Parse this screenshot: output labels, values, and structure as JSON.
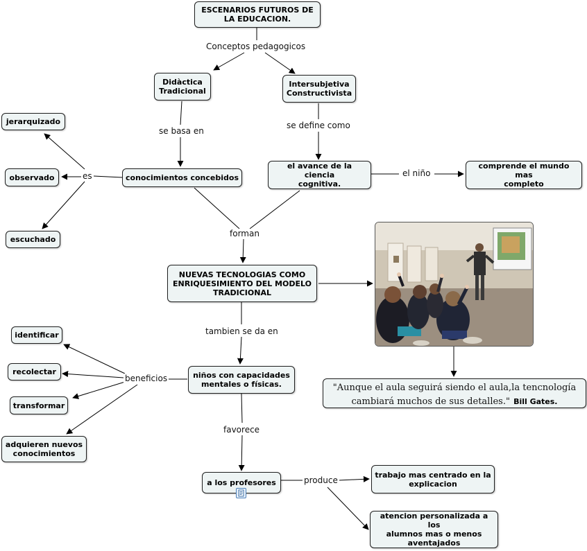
{
  "nodes": {
    "root": "ESCENARIOS FUTUROS DE LA EDUCACION.",
    "didactica": "Didàctica\nTradicional",
    "intersubjetiva": "Intersubjetiva\nConstructivista",
    "jerarquizado": "jerarquizado",
    "observado": "observado",
    "escuchado": "escuchado",
    "conocimientos": "conocimientos concebidos",
    "avance": "el avance de la ciencia\ncognitiva.",
    "comprende": "comprende el mundo mas\ncompleto",
    "nuevas": "NUEVAS TECNOLOGIAS COMO\nENRIQUESIMIENTO DEL MODELO\nTRADICIONAL",
    "identificar": "identificar",
    "recolectar": "recolectar",
    "transformar": "transformar",
    "adquieren": "adquieren nuevos\nconocimientos",
    "ninos": "niños con capacidades\nmentales o físicas.",
    "profesores": "a los profesores",
    "trabajo": "trabajo mas centrado  en la\nexplicacion",
    "atencion": "atencion personalizada a los\nalumnos mas o menos\naventajados"
  },
  "links": {
    "conceptos": "Conceptos pedagogicos",
    "se_basa": "se basa en",
    "se_define": "se define como",
    "es": "es",
    "el_nino": "el niño",
    "forman": "forman",
    "tambien": "tambien se da en",
    "beneficios": "beneficios",
    "favorece": "favorece",
    "produce": "produce"
  },
  "quote": {
    "text": "\"Aunque el aula seguirá siendo el aula,la tencnología cambiará muchos de sus detalles.\"",
    "author": "Bill Gates."
  },
  "icons": {
    "attachment": "document-icon",
    "photo": "classroom-photo"
  },
  "colors": {
    "node_fill": "#eef4f4",
    "node_border": "#1e1e1e",
    "edge": "#000000"
  }
}
